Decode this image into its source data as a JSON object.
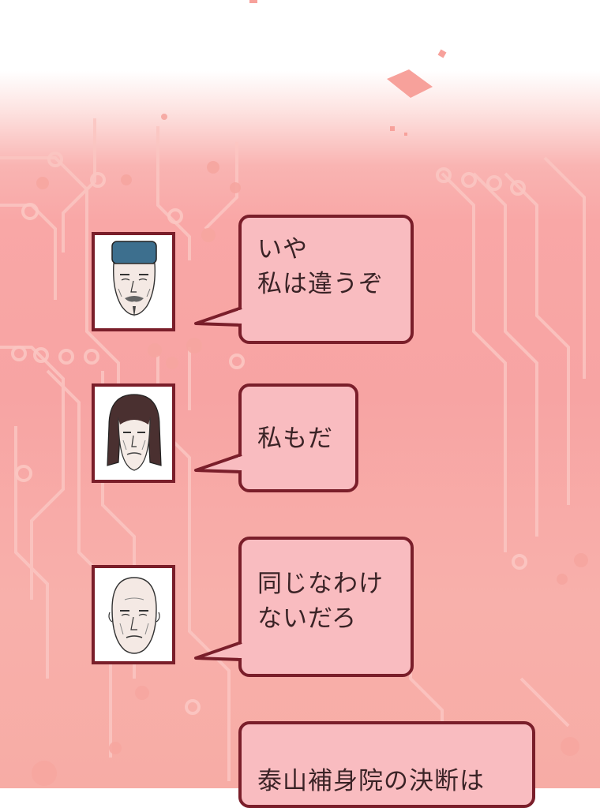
{
  "dialogue": [
    {
      "speaker_icon": "old-man-cap-icon",
      "lines": [
        "いや",
        "私は違うぞ"
      ]
    },
    {
      "speaker_icon": "long-hair-man-icon",
      "lines": [
        "私もだ"
      ]
    },
    {
      "speaker_icon": "bald-man-icon",
      "lines": [
        "同じなわけ",
        "ないだろ"
      ]
    },
    {
      "speaker_icon": null,
      "lines": [
        "泰山補身院の決断は"
      ]
    }
  ],
  "colors": {
    "bubble_fill": "#f9bcc0",
    "border": "#7a1e2a",
    "circuit_line": "#f8c1bd",
    "background_pink": "#f9a7a6"
  }
}
